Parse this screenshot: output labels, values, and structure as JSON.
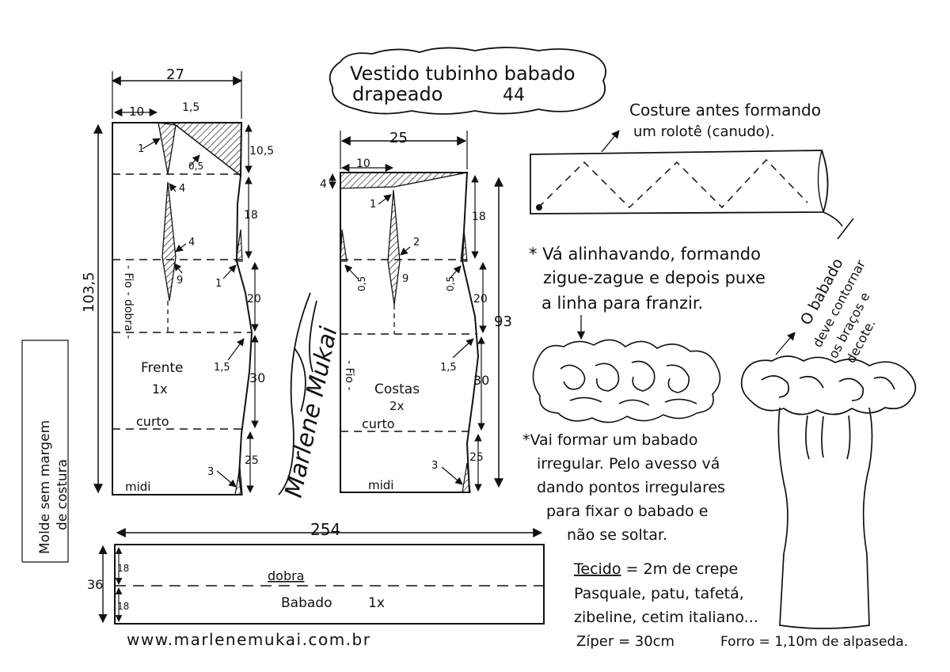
{
  "title": {
    "line1": "Vestido tubinho babado",
    "line2": "drapeado",
    "size": "44"
  },
  "front": {
    "width": "27",
    "top_measure": "10",
    "dart_top": "1,5",
    "length": "103,5",
    "side_top": "10,5",
    "side_1": "18",
    "side_2": "20",
    "side_3": "30",
    "side_4": "25",
    "dart_a": "1",
    "dart_b": "0,5",
    "dart_c": "4",
    "dart_d": "4",
    "dart_e": "9",
    "side_dart_1": "1",
    "side_dart_2": "1,5",
    "hem_dart": "3",
    "name": "Frente",
    "count": "1x",
    "short_label": "curto",
    "midi_label": "midi",
    "grain_label": "- Fio - dobra -"
  },
  "back": {
    "width": "25",
    "top_measure": "10",
    "top_side": "4",
    "length": "93",
    "side_1": "18",
    "side_2": "20",
    "side_3": "30",
    "side_4": "25",
    "dart_a": "1",
    "dart_b": "2",
    "dart_c": "9",
    "dart_d": "0,5",
    "dart_e": "0,5",
    "side_dart": "1,5",
    "hem_dart": "3",
    "name": "Costas",
    "count": "2x",
    "short_label": "curto",
    "midi_label": "midi",
    "grain_label": "- Fio -"
  },
  "ruffle": {
    "width": "254",
    "height": "36",
    "half_1": "18",
    "half_2": "18",
    "fold_label": "dobra",
    "name": "Babado",
    "count": "1x"
  },
  "margin_note": {
    "line1": "Molde sem margem",
    "line2": "de costura"
  },
  "signature": "Marlene Mukai",
  "website": "www.marlenemukai.com.br",
  "roll_note": {
    "line1": "Costure antes formando",
    "line2": "um rolotê (canudo)."
  },
  "zigzag_note": {
    "line1": "* Vá alinhavando, formando",
    "line2": "zigue-zague e depois puxe",
    "line3": "a linha para franzir."
  },
  "ruffle_note": {
    "line1": "O babado",
    "line2": "deve contornar",
    "line3": "os braços e",
    "line4": "decote."
  },
  "irregular_note": {
    "line1": "*Vai formar um babado",
    "line2": "irregular. Pelo avesso vá",
    "line3": "dando pontos irregulares",
    "line4": "para fixar o babado e",
    "line5": "não se soltar."
  },
  "fabric_note": {
    "line1_label": "Tecido",
    "line1_value": "= 2m de crepe",
    "line2": "Pasquale, patu, tafetá,",
    "line3": "zibeline, cetim italiano...",
    "zipper": "Zíper = 30cm",
    "lining": "Forro = 1,10m de alpaseda."
  }
}
